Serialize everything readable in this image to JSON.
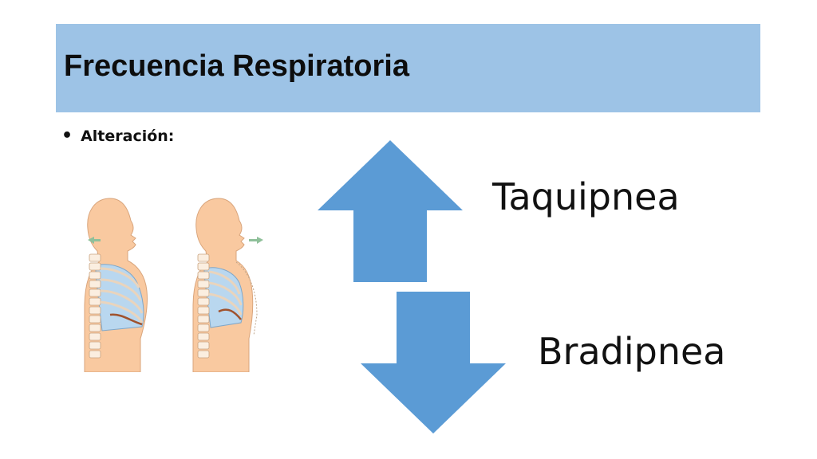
{
  "slide": {
    "title": "Frecuencia Respiratoria",
    "bullet": "Alteración:",
    "up_label": "Taquipnea",
    "down_label": "Bradipnea"
  },
  "colors": {
    "title_bar": "#9dc3e6",
    "arrow": "#5b9bd5",
    "skin": "#f9c9a0",
    "lung": "#b9d7ef",
    "airflow_arrow": "#8fc09a"
  },
  "icons": {
    "up": "arrow-up-icon",
    "down": "arrow-down-icon",
    "inhale_figure": "inhalation-figure",
    "exhale_figure": "exhalation-figure"
  }
}
